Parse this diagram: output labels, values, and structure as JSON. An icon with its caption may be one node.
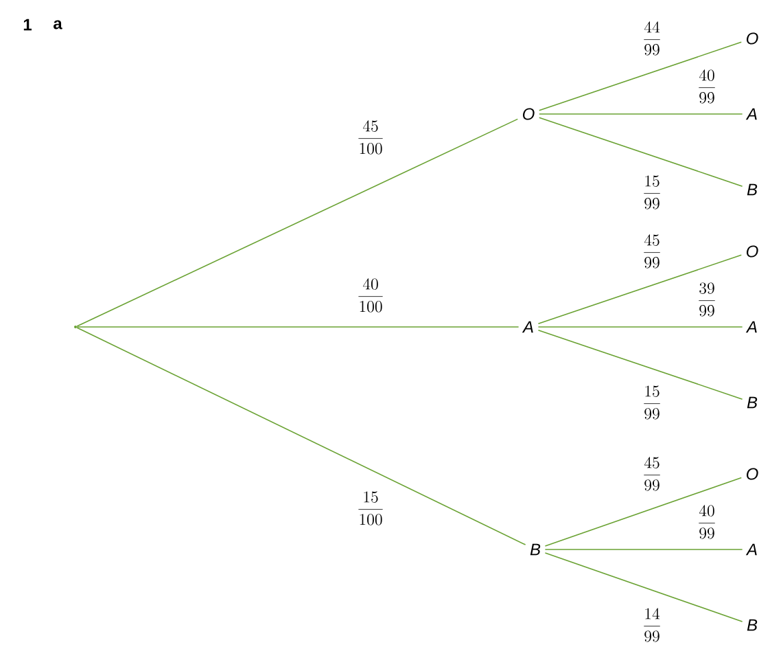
{
  "diagram": {
    "nodes": [
      {
        "text": [],
        "shape": "point"
      },
      {
        "text": [
          "O"
        ]
      },
      {
        "text": [
          "A"
        ]
      },
      {
        "text": [
          "B"
        ]
      },
      {
        "text": [
          "O"
        ]
      },
      {
        "text": [
          "A"
        ]
      },
      {
        "text": [
          "B"
        ]
      },
      {
        "text": [
          "O"
        ]
      },
      {
        "text": [
          "A"
        ]
      },
      {
        "text": [
          "B"
        ]
      },
      {
        "text": [
          "O"
        ]
      },
      {
        "text": [
          "A"
        ]
      },
      {
        "text": [
          "B"
        ]
      }
    ],
    "edges": [
      {
        "from": 0,
        "to": 1,
        "arrow": "none",
        "label": "\\frac{45}{100}"
      },
      {
        "from": 0,
        "to": 2,
        "arrow": "none",
        "label": "\\frac{40}{100}"
      },
      {
        "from": 0,
        "to": 3,
        "arrow": "none",
        "label": "\\frac{15}{100}"
      },
      {
        "from": 1,
        "to": 4,
        "arrow": "none",
        "label": "\\frac{44}{99}"
      },
      {
        "from": 1,
        "to": 5,
        "arrow": "none",
        "label": "\\frac{40}{99}"
      },
      {
        "from": 1,
        "to": 6,
        "arrow": "none",
        "label": "\\frac{15}{99}"
      },
      {
        "from": 2,
        "to": 7,
        "arrow": "none",
        "label": "\\frac{45}{99}"
      },
      {
        "from": 2,
        "to": 8,
        "arrow": "none",
        "label": "\\frac{39}{99}"
      },
      {
        "from": 2,
        "to": 9,
        "arrow": "none",
        "label": "\\frac{15}{99}"
      },
      {
        "from": 3,
        "to": 10,
        "arrow": "none",
        "label": "\\frac{45}{99}"
      },
      {
        "from": 3,
        "to": 11,
        "arrow": "none",
        "label": "\\frac{40}{99}"
      },
      {
        "from": 3,
        "to": 12,
        "arrow": "none",
        "label": "\\frac{14}{99}"
      }
    ],
    "labels": [
      "1",
      "a"
    ]
  }
}
